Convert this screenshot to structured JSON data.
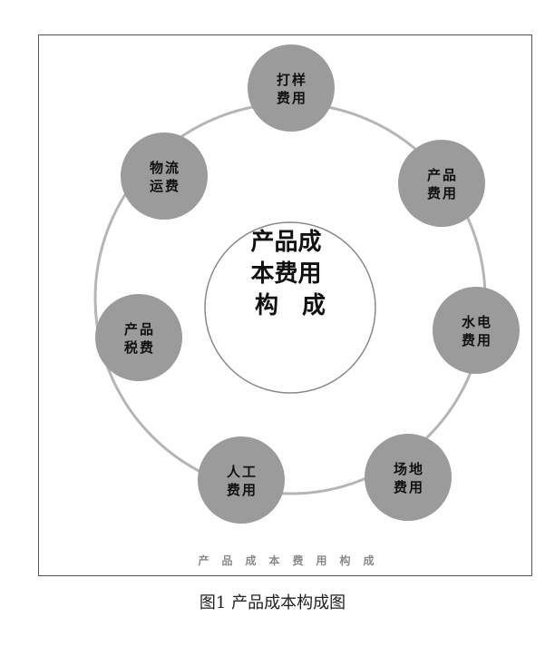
{
  "center": {
    "lines": [
      "产品成",
      "本费用",
      "构　成"
    ]
  },
  "nodes": [
    {
      "lines": [
        "打样",
        "费用"
      ]
    },
    {
      "lines": [
        "产品",
        "费用"
      ]
    },
    {
      "lines": [
        "水电",
        "费用"
      ]
    },
    {
      "lines": [
        "场地",
        "费用"
      ]
    },
    {
      "lines": [
        "人工",
        "费用"
      ]
    },
    {
      "lines": [
        "产品",
        "税费"
      ]
    },
    {
      "lines": [
        "物流",
        "运费"
      ]
    }
  ],
  "footer_caption": "产品成本费用构成",
  "figure_caption": "图1 产品成本构成图",
  "colors": {
    "node_fill": "#9b9b9b",
    "ring_stroke": "#b5b5b5",
    "center_stroke": "#888888",
    "text": "#111111"
  }
}
